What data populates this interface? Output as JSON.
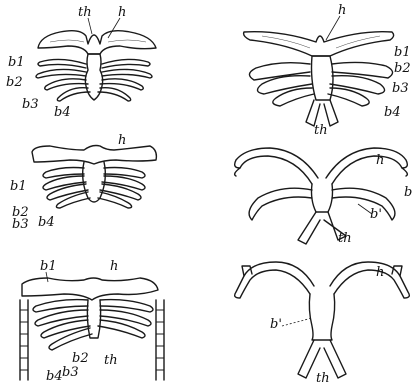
{
  "figures": [
    {
      "id": "1",
      "labels": {
        "th": "th",
        "h": "h",
        "b1": "b1",
        "b2": "b2",
        "b3": "b3",
        "b4": "b4"
      }
    },
    {
      "id": "2",
      "labels": {
        "h": "h",
        "b1": "b1",
        "b2": "b2",
        "b3": "b3",
        "b4": "b4",
        "th": "th"
      }
    },
    {
      "id": "3",
      "labels": {
        "h": "h",
        "b1": "b1",
        "b2": "b2",
        "b3": "b3",
        "b4": "b4"
      }
    },
    {
      "id": "4",
      "labels": {
        "h": "h",
        "b": "b",
        "b_prime": "b'",
        "th": "th"
      }
    },
    {
      "id": "5",
      "labels": {
        "b1": "b1",
        "h": "h",
        "b2": "b2",
        "b3": "b3",
        "b4": "b4",
        "th": "th"
      }
    },
    {
      "id": "6",
      "labels": {
        "h": "h",
        "b_prime": "b'",
        "th": "th"
      }
    }
  ]
}
